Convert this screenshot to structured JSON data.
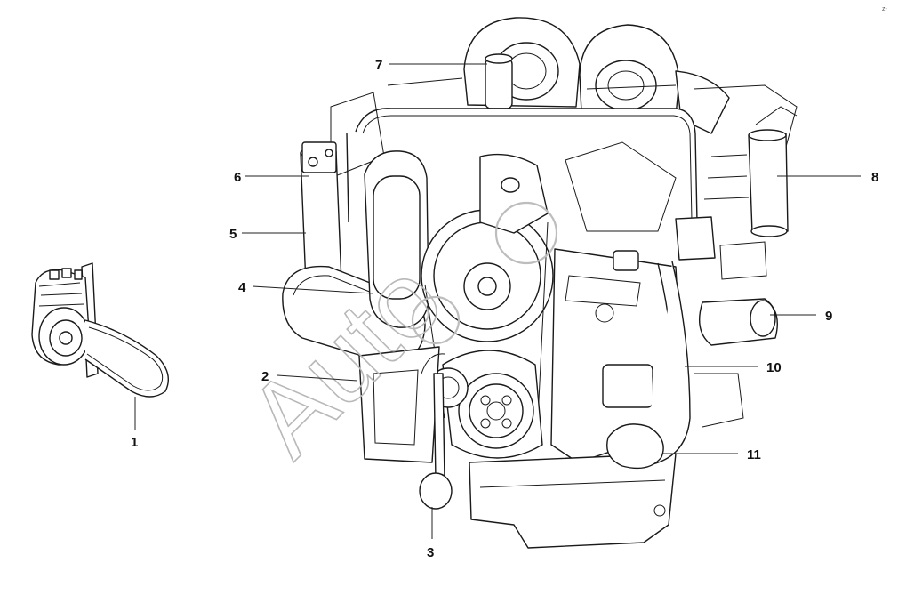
{
  "diagram": {
    "callouts": [
      {
        "id": "1",
        "label": "1"
      },
      {
        "id": "2",
        "label": "2"
      },
      {
        "id": "3",
        "label": "3"
      },
      {
        "id": "4",
        "label": "4"
      },
      {
        "id": "5",
        "label": "5"
      },
      {
        "id": "6",
        "label": "6"
      },
      {
        "id": "7",
        "label": "7"
      },
      {
        "id": "8",
        "label": "8"
      },
      {
        "id": "9",
        "label": "9"
      },
      {
        "id": "10",
        "label": "10"
      },
      {
        "id": "11",
        "label": "11"
      }
    ],
    "watermark": "Auto",
    "corner_mark": "z-"
  }
}
